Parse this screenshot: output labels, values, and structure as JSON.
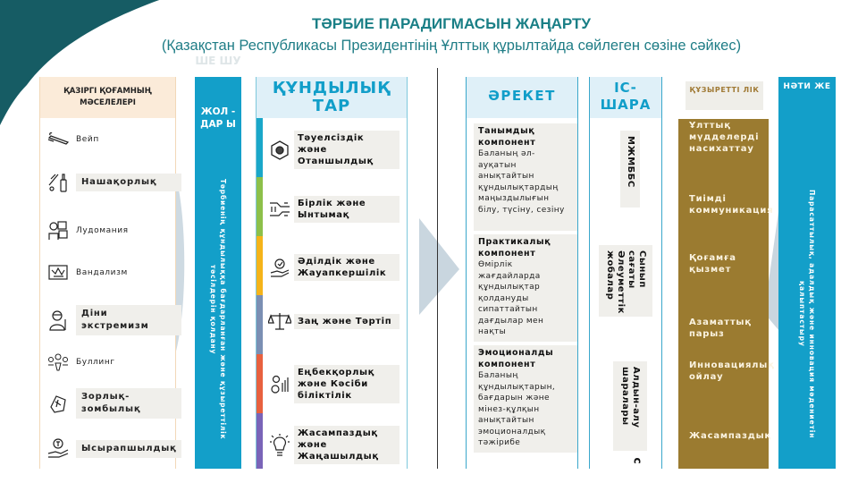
{
  "header": {
    "title": "ТӘРБИЕ ПАРАДИГМАСЫН ЖАҢАРТУ",
    "subtitle": "(Қазақстан Республикасы Президентінің Ұлттық құрылтайда сөйлеген сөзіне сәйкес)"
  },
  "colors": {
    "title_teal": "#1a7f86",
    "corner_teal": "#165c64",
    "accent_blue": "#139fc9",
    "header_light_blue": "#dff0f8",
    "problems_header_peach": "#fbebd9",
    "competence_gold": "#9b7b30",
    "box_grey": "#f0efeb",
    "arrow_grey": "#c9d6df"
  },
  "problems": {
    "header": "ҚАЗІРГІ ҚОҒАМНЫҢ МӘСЕЛЕЛЕРІ",
    "items": [
      {
        "label": "Вейп",
        "icon": "vape-icon",
        "boxed": false
      },
      {
        "label": "Нашақорлық",
        "icon": "drugs-icon",
        "boxed": true
      },
      {
        "label": "Лудомания",
        "icon": "gambling-icon",
        "boxed": false
      },
      {
        "label": "Вандализм",
        "icon": "vandalism-icon",
        "boxed": false
      },
      {
        "label": "Діни экстремизм",
        "icon": "extremism-icon",
        "boxed": true
      },
      {
        "label": "Буллинг",
        "icon": "bullying-icon",
        "boxed": false
      },
      {
        "label": "Зорлық-зомбылық",
        "icon": "violence-icon",
        "boxed": true
      },
      {
        "label": "Ысырапшылдық",
        "icon": "wastefulness-icon",
        "boxed": true
      }
    ]
  },
  "solutions": {
    "ghost_top": "ШЕ ШУ",
    "header": "ЖОЛ - ДАР Ы",
    "vertical_text": "Тәрбиенің құндылыққа бағдарланған және құзыреттілік тәсілдерін қолдану"
  },
  "values": {
    "header": "ҚҰНДЫЛЫҚ ТАР",
    "items": [
      {
        "label": "Тәуелсіздік және Отаншылдық",
        "icon": "independence-icon",
        "stripe": "#1aa7c9"
      },
      {
        "label": "Бірлік және Ынтымақ",
        "icon": "unity-hands-icon",
        "stripe": "#8dc04a"
      },
      {
        "label": "Әділдік және Жауапкершілік",
        "icon": "justice-hand-icon",
        "stripe": "#f5b41a"
      },
      {
        "label": "Заң және Тәртіп",
        "icon": "scales-icon",
        "stripe": "#7b8fb3"
      },
      {
        "label": "Еңбекқорлық және Кәсіби біліктілік",
        "icon": "professional-icon",
        "stripe": "#e8613f"
      },
      {
        "label": "Жасампаздық және Жаңашылдық",
        "icon": "lightbulb-icon",
        "stripe": "#7a64b8"
      }
    ]
  },
  "action": {
    "header": "ӘРЕКЕТ",
    "components": [
      {
        "title": "Танымдық компонент",
        "text": "Баланың әл-ауқатын анықтайтын құндылықтардың маңыздылығын білу, түсіну, сезіну"
      },
      {
        "title": "Практикалық компонент",
        "text": "Өмірлік жағдайларда құндылықтар қолдануды сипаттайтын дағдылар мен нақты"
      },
      {
        "title": "Эмоционалды компонент",
        "text": "Баланың құндылықтарын, бағдарын және мінез-құлқын анықтайтын эмоционалдық тәжірибе"
      }
    ]
  },
  "events": {
    "header": "ІС-ШАРА",
    "items": [
      {
        "label": "МЖМББС"
      },
      {
        "label": "Сынып сағаты Әлеуметтік жобалар"
      },
      {
        "label": "Алдын-алу шаралары"
      }
    ],
    "trailing_char": "с"
  },
  "competence": {
    "header": "ҚҰЗЫРЕТТІ ЛІК",
    "items": [
      "Ұлттық мүдделерді насихаттау",
      "Тиімді коммуникация",
      "Қоғамға қызмет",
      "Азаматтық парыз",
      "Инновациялық ойлау",
      "Жасампаздық"
    ]
  },
  "result": {
    "header": "НӘТИ ЖЕ",
    "vertical_text": "Парасаттылық, адалдық және инновация мәдениетін қалыптастыру"
  }
}
